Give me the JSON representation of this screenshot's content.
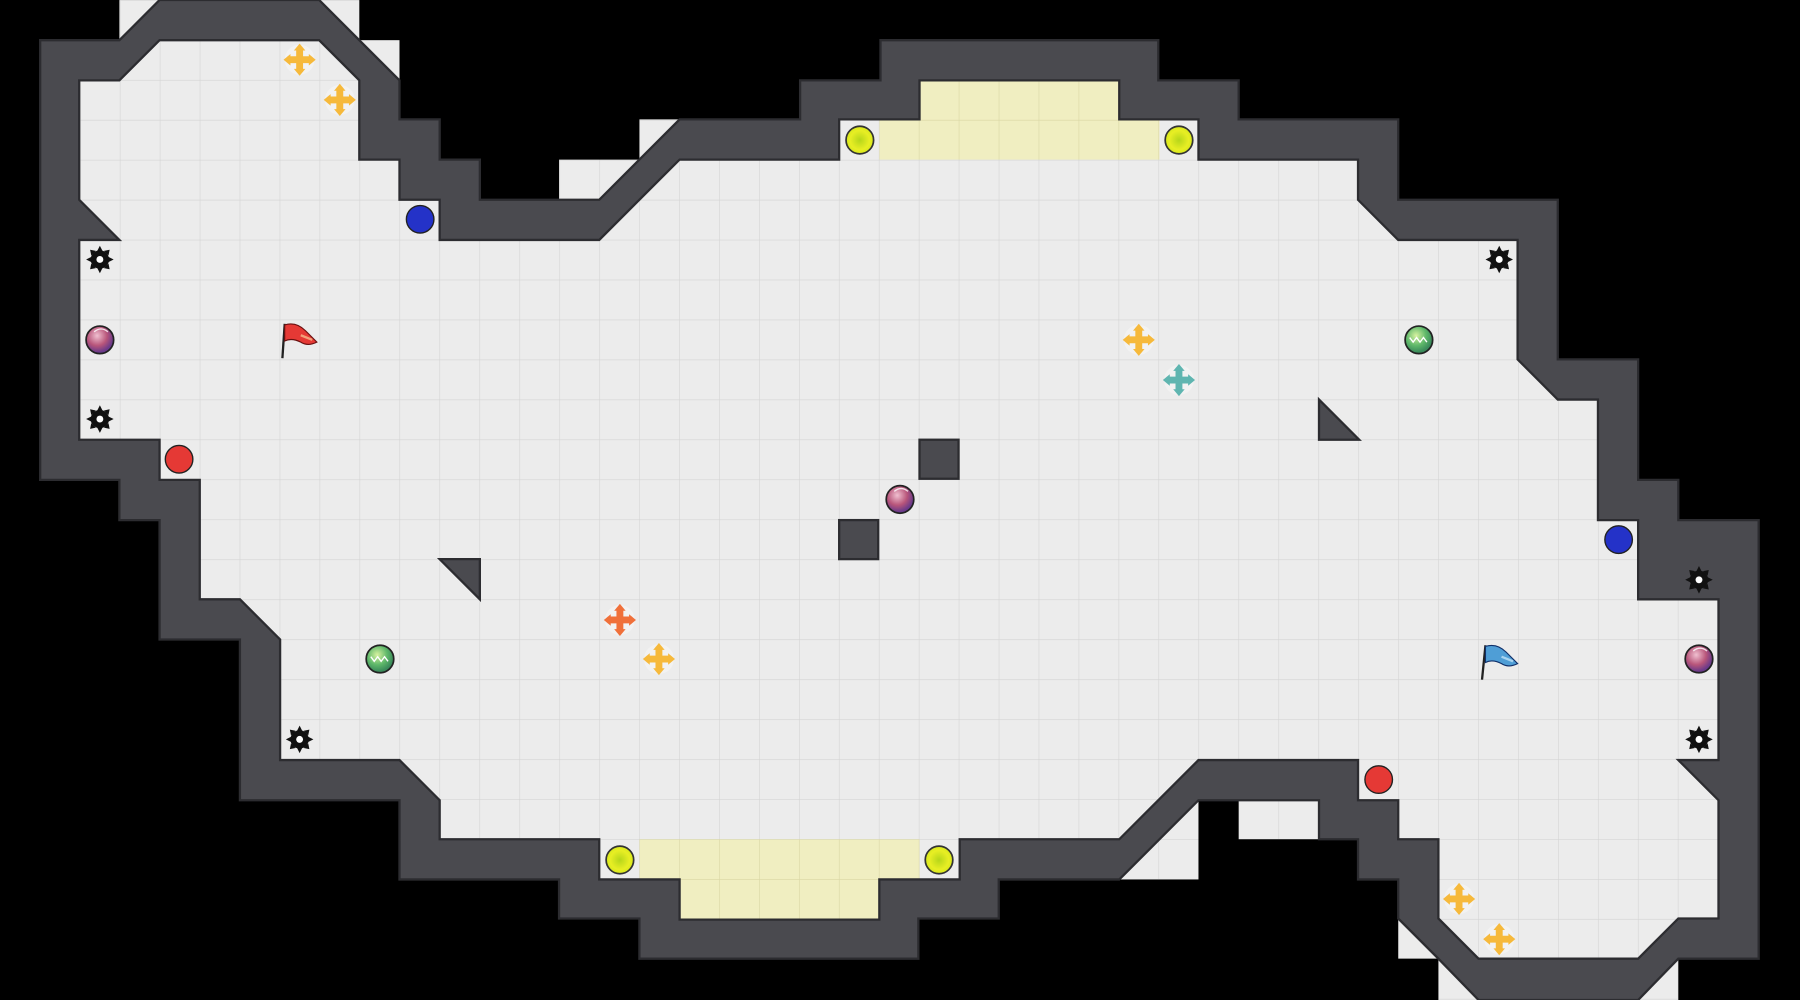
{
  "game": {
    "map_style": "capture-the-flag arena",
    "colors": {
      "background": "#000000",
      "floor": "#ececec",
      "grid_line": "#d4d4d4",
      "wall": "#4a4a4f",
      "wall_edge": "#2c2c30",
      "endzone": "#f0eec1",
      "red_team": "#e53935",
      "blue_team": "#2432c8",
      "boost": "#f6b93b",
      "boost_red": "#f0703a",
      "boost_teal": "#5fb5b0",
      "gate_button": "#d6e81c",
      "powerup_pink": "#c45a7a",
      "powerup_green": "#5fb86a",
      "spike": "#111111"
    },
    "flags": [
      {
        "team": "red",
        "icon": "red-flag-icon"
      },
      {
        "team": "blue",
        "icon": "blue-flag-icon"
      }
    ],
    "item_icons": {
      "boost": "boost-pad-icon",
      "red_boost": "red-boost-pad-icon",
      "teal_boost": "teal-boost-pad-icon",
      "spike": "spike-icon",
      "powerup": "powerup-icon",
      "jukejuice": "jukejuice-icon",
      "gate_button": "gate-button-icon",
      "red_ball": "red-ball-icon",
      "blue_ball": "blue-ball-icon",
      "wall_block": "wall-block-icon"
    }
  }
}
